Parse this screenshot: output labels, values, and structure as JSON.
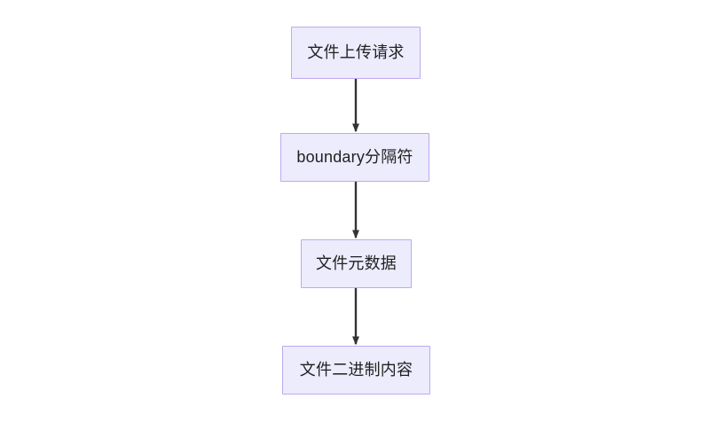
{
  "diagram": {
    "type": "flowchart",
    "direction": "top-to-bottom",
    "background_color": "#ffffff",
    "node_fill_color": "#ececfd",
    "node_border_color": "#bda9f0",
    "node_text_color": "#1f2020",
    "edge_color": "#333333",
    "nodes": [
      {
        "id": "upload-request",
        "label": "文件上传请求"
      },
      {
        "id": "boundary",
        "label": "boundary分隔符"
      },
      {
        "id": "file-metadata",
        "label": "文件元数据"
      },
      {
        "id": "file-binary",
        "label": "文件二进制内容"
      }
    ],
    "edges": [
      {
        "id": "edge-1",
        "from": "upload-request",
        "to": "boundary",
        "label": "",
        "arrowhead": "triangle"
      },
      {
        "id": "edge-2",
        "from": "boundary",
        "to": "file-metadata",
        "label": "",
        "arrowhead": "triangle"
      },
      {
        "id": "edge-3",
        "from": "file-metadata",
        "to": "file-binary",
        "label": "",
        "arrowhead": "triangle"
      }
    ]
  }
}
